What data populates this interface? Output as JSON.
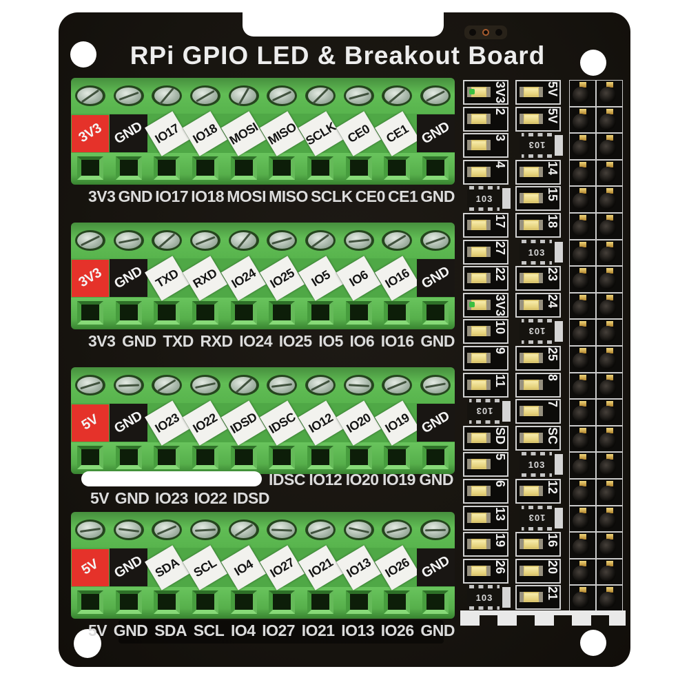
{
  "title": "RPi GPIO LED & Breakout Board",
  "resistor_label": "103",
  "colors": {
    "background": "#ffffff",
    "board_black": "#17140f",
    "terminal_green": "#58b44d",
    "sticker_red": "#e5322a",
    "sticker_black": "#191613",
    "sticker_white": "#f2f2ee",
    "silkscreen_white": "#dcdcdc",
    "led_yellow": "#e8d67f",
    "led_green_fleck": "#3bbf41",
    "pin_gold": "#d9b34a"
  },
  "terminal_rows": [
    {
      "stickers": [
        {
          "label": "3V3",
          "style": "red"
        },
        {
          "label": "GND",
          "style": "black"
        },
        {
          "label": "IO17",
          "style": "white"
        },
        {
          "label": "IO18",
          "style": "white"
        },
        {
          "label": "MOSI",
          "style": "white"
        },
        {
          "label": "MISO",
          "style": "white"
        },
        {
          "label": "SCLK",
          "style": "white"
        },
        {
          "label": "CE0",
          "style": "white"
        },
        {
          "label": "CE1",
          "style": "white"
        },
        {
          "label": "GND",
          "style": "black"
        }
      ],
      "silkscreen": [
        "3V3",
        "GND",
        "IO17",
        "IO18",
        "MOSI",
        "MISO",
        "SCLK",
        "CE0",
        "CE1",
        "GND"
      ]
    },
    {
      "stickers": [
        {
          "label": "3V3",
          "style": "red"
        },
        {
          "label": "GND",
          "style": "black"
        },
        {
          "label": "TXD",
          "style": "white"
        },
        {
          "label": "RXD",
          "style": "white"
        },
        {
          "label": "IO24",
          "style": "white"
        },
        {
          "label": "IO25",
          "style": "white"
        },
        {
          "label": "IO5",
          "style": "white"
        },
        {
          "label": "IO6",
          "style": "white"
        },
        {
          "label": "IO16",
          "style": "white"
        },
        {
          "label": "GND",
          "style": "black"
        }
      ],
      "silkscreen": [
        "3V3",
        "GND",
        "TXD",
        "RXD",
        "IO24",
        "IO25",
        "IO5",
        "IO6",
        "IO16",
        "GND"
      ]
    },
    {
      "stickers": [
        {
          "label": "5V",
          "style": "red"
        },
        {
          "label": "GND",
          "style": "black"
        },
        {
          "label": "IO23",
          "style": "white"
        },
        {
          "label": "IO22",
          "style": "white"
        },
        {
          "label": "IDSD",
          "style": "white"
        },
        {
          "label": "IDSC",
          "style": "white"
        },
        {
          "label": "IO12",
          "style": "white"
        },
        {
          "label": "IO20",
          "style": "white"
        },
        {
          "label": "IO19",
          "style": "white"
        },
        {
          "label": "GND",
          "style": "black"
        }
      ],
      "silkscreen_split": {
        "upper_right": [
          "IDSC",
          "IO12",
          "IO20",
          "IO19",
          "GND"
        ],
        "lower_left": [
          "5V",
          "GND",
          "IO23",
          "IO22",
          "IDSD"
        ]
      }
    },
    {
      "stickers": [
        {
          "label": "5V",
          "style": "red"
        },
        {
          "label": "GND",
          "style": "black"
        },
        {
          "label": "SDA",
          "style": "white"
        },
        {
          "label": "SCL",
          "style": "white"
        },
        {
          "label": "IO4",
          "style": "white"
        },
        {
          "label": "IO27",
          "style": "white"
        },
        {
          "label": "IO21",
          "style": "white"
        },
        {
          "label": "IO13",
          "style": "white"
        },
        {
          "label": "IO26",
          "style": "white"
        },
        {
          "label": "GND",
          "style": "black"
        }
      ],
      "silkscreen": [
        "5V",
        "GND",
        "SDA",
        "SCL",
        "IO4",
        "IO27",
        "IO21",
        "IO13",
        "IO26",
        "GND"
      ]
    }
  ],
  "led_matrix": {
    "column_a": [
      {
        "type": "led",
        "label": "3V3",
        "green_fleck": true
      },
      {
        "type": "led",
        "label": "2"
      },
      {
        "type": "led",
        "label": "3"
      },
      {
        "type": "led",
        "label": "4"
      },
      {
        "type": "resistor"
      },
      {
        "type": "led",
        "label": "17"
      },
      {
        "type": "led",
        "label": "27"
      },
      {
        "type": "led",
        "label": "22"
      },
      {
        "type": "led",
        "label": "3V3",
        "green_fleck": true
      },
      {
        "type": "led",
        "label": "10"
      },
      {
        "type": "led",
        "label": "9"
      },
      {
        "type": "led",
        "label": "11"
      },
      {
        "type": "resistor"
      },
      {
        "type": "led",
        "label": "SD"
      },
      {
        "type": "led",
        "label": "5"
      },
      {
        "type": "led",
        "label": "6"
      },
      {
        "type": "led",
        "label": "13"
      },
      {
        "type": "led",
        "label": "19"
      },
      {
        "type": "led",
        "label": "26"
      },
      {
        "type": "resistor"
      }
    ],
    "column_b": [
      {
        "type": "led",
        "label": "5V"
      },
      {
        "type": "led",
        "label": "5V"
      },
      {
        "type": "resistor"
      },
      {
        "type": "led",
        "label": "14"
      },
      {
        "type": "led",
        "label": "15"
      },
      {
        "type": "led",
        "label": "18"
      },
      {
        "type": "resistor"
      },
      {
        "type": "led",
        "label": "23"
      },
      {
        "type": "led",
        "label": "24"
      },
      {
        "type": "resistor"
      },
      {
        "type": "led",
        "label": "25"
      },
      {
        "type": "led",
        "label": "8"
      },
      {
        "type": "led",
        "label": "7"
      },
      {
        "type": "led",
        "label": "SC"
      },
      {
        "type": "resistor"
      },
      {
        "type": "led",
        "label": "12"
      },
      {
        "type": "resistor"
      },
      {
        "type": "led",
        "label": "16"
      },
      {
        "type": "led",
        "label": "20"
      },
      {
        "type": "led",
        "label": "21"
      }
    ]
  }
}
